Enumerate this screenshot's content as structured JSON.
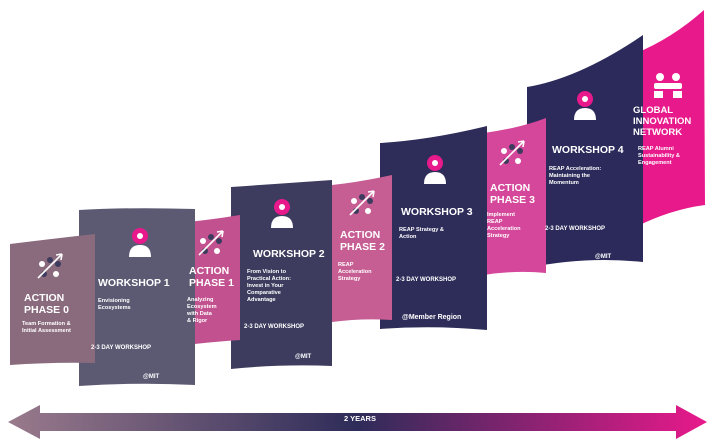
{
  "colors": {
    "phase0": "#8a6b7d",
    "workshop1": "#5c5a73",
    "phase1": "#c2528f",
    "workshop2": "#3d3c5f",
    "phase2": "#c65d93",
    "workshop3": "#2e2c59",
    "phase3": "#d4479a",
    "workshop4": "#2b2a5a",
    "global": "#e8198b"
  },
  "panels": {
    "phase0": {
      "title_line1": "ACTION",
      "title_line2": "PHASE 0",
      "desc_line1": "Team Formation &",
      "desc_line2": "Initial Assessment",
      "icon": "team-arrow-icon"
    },
    "workshop1": {
      "title": "WORKSHOP 1",
      "desc_line1": "Envisioning",
      "desc_line2": "Ecosystems",
      "duration": "2-3 DAY WORKSHOP",
      "venue": "@MIT",
      "icon": "person-gear-icon"
    },
    "phase1": {
      "title_line1": "ACTION",
      "title_line2": "PHASE 1",
      "desc_line1": "Analyzing",
      "desc_line2": "Ecosystem",
      "desc_line3": "with Data",
      "desc_line4": "& Rigor",
      "icon": "team-arrow-icon"
    },
    "workshop2": {
      "title": "WORKSHOP 2",
      "desc_line1": "From Vision to",
      "desc_line2": "Practical Action:",
      "desc_line3": "Invest in Your",
      "desc_line4": "Comparative",
      "desc_line5": "Advantage",
      "duration": "2-3 DAY WORKSHOP",
      "venue": "@MIT",
      "icon": "person-gear-icon"
    },
    "phase2": {
      "title_line1": "ACTION",
      "title_line2": "PHASE 2",
      "desc_line1": "REAP",
      "desc_line2": "Acceleration",
      "desc_line3": "Strategy",
      "icon": "team-arrow-icon"
    },
    "workshop3": {
      "title": "WORKSHOP 3",
      "desc_line1": "REAP Strategy &",
      "desc_line2": "Action",
      "duration": "2-3 DAY WORKSHOP",
      "venue": "@Member Region",
      "icon": "person-gear-icon"
    },
    "phase3": {
      "title_line1": "ACTION",
      "title_line2": "PHASE 3",
      "desc_line1": "Implement",
      "desc_line2": "REAP",
      "desc_line3": "Acceleration",
      "desc_line4": "Strategy",
      "icon": "team-arrow-icon"
    },
    "workshop4": {
      "title": "WORKSHOP 4",
      "desc_line1": "REAP Acceleration:",
      "desc_line2": "Maintaining the",
      "desc_line3": "Momentum",
      "duration": "2-3 DAY WORKSHOP",
      "venue": "@MIT",
      "icon": "person-gear-icon"
    },
    "global": {
      "title_line1": "GLOBAL",
      "title_line2": "INNOVATION",
      "title_line3": "NETWORK",
      "desc_line1": "REAP Alumni",
      "desc_line2": "Sustainability &",
      "desc_line3": "Engagement",
      "icon": "handshake-icon"
    }
  },
  "timeline": {
    "label": "2 YEARS",
    "start_color": "#9a7a8c",
    "mid_color": "#2e2c59",
    "end_color": "#e8198b"
  }
}
